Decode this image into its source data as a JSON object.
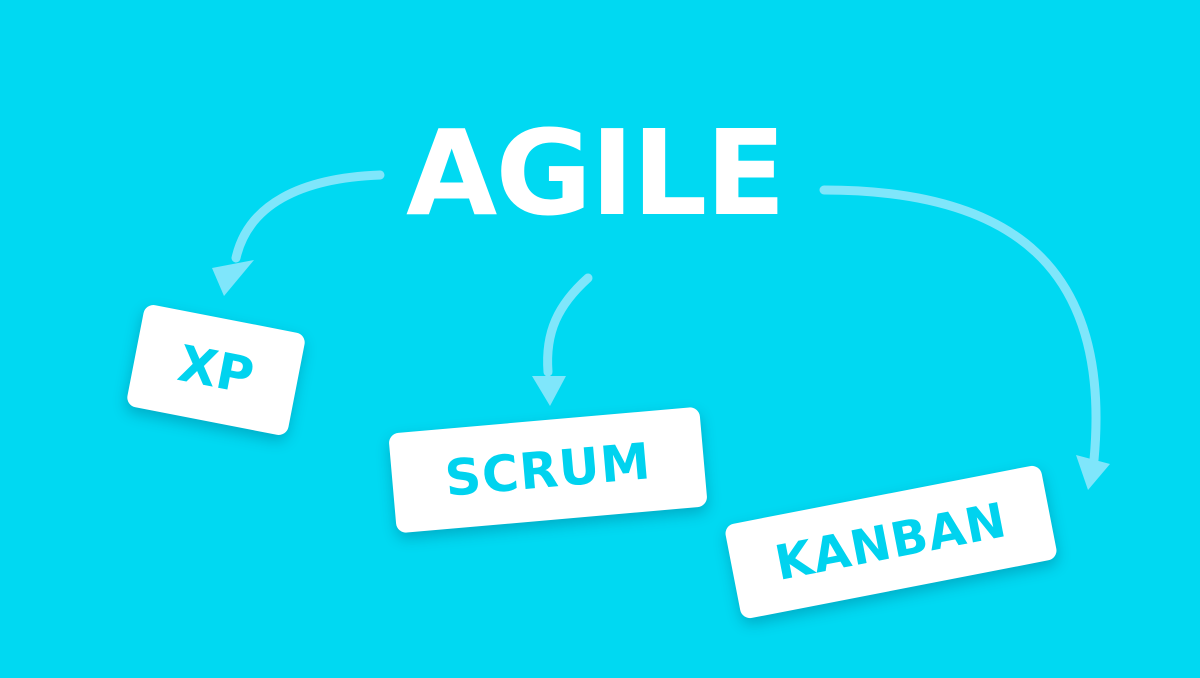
{
  "theme": {
    "background": "#00d9f2",
    "arrow_color": "#7fe6fb",
    "card_background": "#ffffff",
    "card_text": "#00d3ef",
    "title_color": "#ffffff"
  },
  "title": "AGILE",
  "cards": {
    "xp": {
      "label": "XP"
    },
    "scrum": {
      "label": "SCRUM"
    },
    "kanban": {
      "label": "KANBAN"
    }
  },
  "arrows": [
    {
      "from": "title",
      "to": "xp"
    },
    {
      "from": "title",
      "to": "scrum"
    },
    {
      "from": "title",
      "to": "kanban"
    }
  ]
}
